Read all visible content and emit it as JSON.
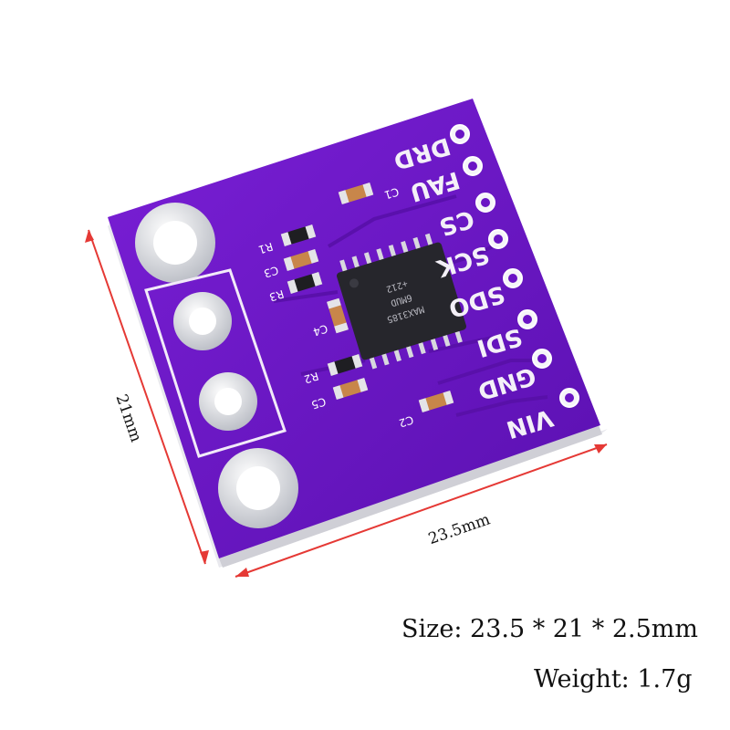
{
  "board": {
    "color": "#6a14c4",
    "pins": [
      "DRD",
      "FAU",
      "CS",
      "SCK",
      "SDO",
      "SDI",
      "GND",
      "VIN"
    ],
    "silkscreen": [
      "C1",
      "R1",
      "C3",
      "R3",
      "C4",
      "R2",
      "C5",
      "C2"
    ],
    "chip_lines": [
      "MAX3185",
      "6MUD",
      "+212"
    ]
  },
  "dimensions": {
    "width_label": "23.5mm",
    "height_label": "21mm",
    "arrow_color": "#e53935"
  },
  "specs": {
    "size": "Size: 23.5 * 21 * 2.5mm",
    "weight": "Weight: 1.7g"
  }
}
